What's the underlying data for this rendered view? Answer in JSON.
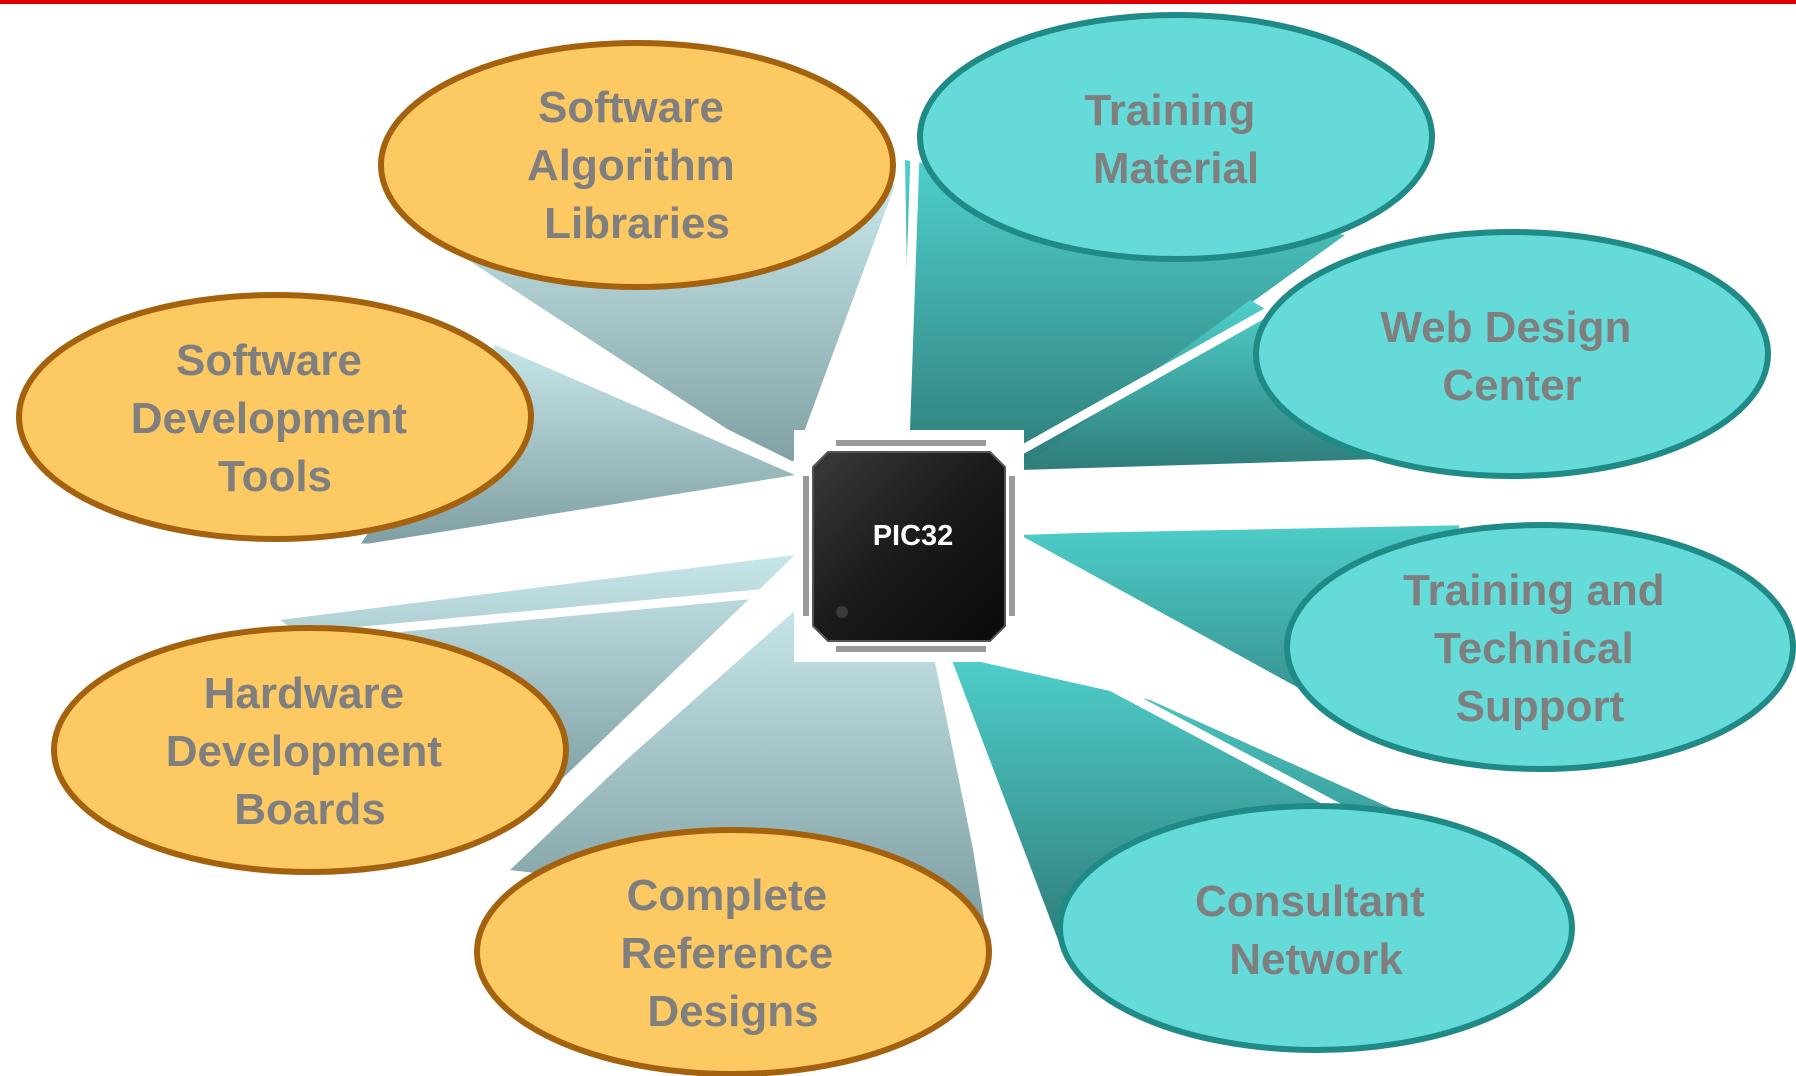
{
  "chip": {
    "label": "PIC32"
  },
  "nodes": [
    {
      "id": "software-algorithm-libraries",
      "lines": [
        "Software",
        "Algorithm",
        "Libraries"
      ],
      "group": "orange"
    },
    {
      "id": "software-development-tools",
      "lines": [
        "Software",
        "Development",
        "Tools"
      ],
      "group": "orange"
    },
    {
      "id": "hardware-development-boards",
      "lines": [
        "Hardware",
        "Development",
        "Boards"
      ],
      "group": "orange"
    },
    {
      "id": "complete-reference-designs",
      "lines": [
        "Complete",
        "Reference",
        "Designs"
      ],
      "group": "orange"
    },
    {
      "id": "training-material",
      "lines": [
        "Training",
        "Material"
      ],
      "group": "teal"
    },
    {
      "id": "web-design-center",
      "lines": [
        "Web Design",
        "Center"
      ],
      "group": "teal"
    },
    {
      "id": "training-and-technical-support",
      "lines": [
        "Training and",
        "Technical",
        "Support"
      ],
      "group": "teal"
    },
    {
      "id": "consultant-network",
      "lines": [
        "Consultant",
        "Network"
      ],
      "group": "teal"
    }
  ],
  "colors": {
    "top_rule": "#e00000",
    "orange_fill": "#fdc962",
    "orange_stroke": "#a5620e",
    "teal_fill": "#64dbd8",
    "teal_stroke": "#1f8a86",
    "label_text": "#7f7f7f",
    "chip_body": "#1a1a1a",
    "chip_text": "#ffffff"
  }
}
